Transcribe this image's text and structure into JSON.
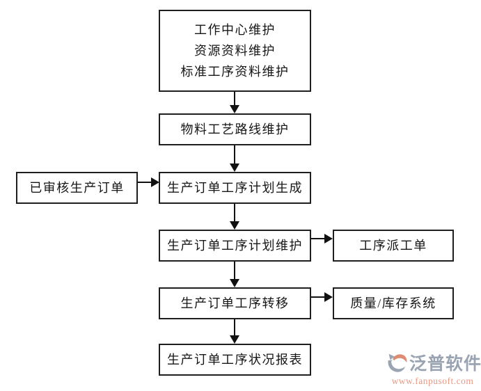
{
  "diagram": {
    "description": "production-order operation process flowchart",
    "nodes": {
      "master_data": {
        "lines": [
          "工作中心维护",
          "资源资料维护",
          "标准工序资料维护"
        ]
      },
      "routing": {
        "label": "物料工艺路线维护"
      },
      "approved_order": {
        "label": "已审核生产订单"
      },
      "plan_generate": {
        "label": "生产订单工序计划生成"
      },
      "plan_maintain": {
        "label": "生产订单工序计划维护"
      },
      "dispatch_order": {
        "label": "工序派工单"
      },
      "transfer": {
        "label": "生产订单工序转移"
      },
      "quality_inventory": {
        "label": "质量/库存系统"
      },
      "status_report": {
        "label": "生产订单工序状况报表"
      }
    },
    "edges": [
      {
        "from": "master_data",
        "to": "routing",
        "direction": "down"
      },
      {
        "from": "routing",
        "to": "plan_generate",
        "direction": "down"
      },
      {
        "from": "approved_order",
        "to": "plan_generate",
        "direction": "right"
      },
      {
        "from": "plan_generate",
        "to": "plan_maintain",
        "direction": "down"
      },
      {
        "from": "plan_maintain",
        "to": "dispatch_order",
        "direction": "right"
      },
      {
        "from": "plan_maintain",
        "to": "transfer",
        "direction": "down"
      },
      {
        "from": "transfer",
        "to": "quality_inventory",
        "direction": "right"
      },
      {
        "from": "transfer",
        "to": "status_report",
        "direction": "down"
      }
    ],
    "colors": {
      "background": "#ffffff",
      "box_border": "#1f1f1f",
      "text": "#161616",
      "arrow": "#111111"
    }
  },
  "watermark": {
    "brand": "泛普软件",
    "url": "www.fanpusoft.com",
    "icon": "fanpu-swirl-logo",
    "colors": {
      "brand_text": "#99a3b1",
      "url_text": "#e79a84",
      "icon_salmon": "#dd8b73",
      "icon_gray": "#9aa4b2"
    }
  }
}
